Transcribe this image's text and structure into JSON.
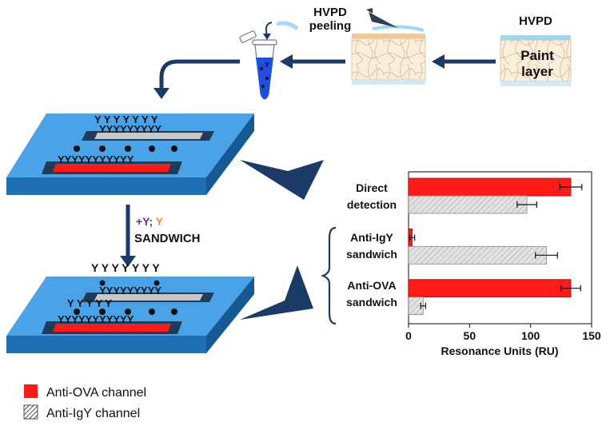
{
  "top_labels": {
    "hvpd_peeling_line1": "HVPD",
    "hvpd_peeling_line2": "peeling",
    "hvpd_right": "HVPD",
    "paint_layer_line1": "Paint",
    "paint_layer_line2": "layer"
  },
  "step": {
    "reagents_prefix": "+Y; ",
    "reagents_y": "Y",
    "sandwich": "SANDWICH"
  },
  "colors": {
    "anti_ova": "#ff1a1a",
    "anti_igy": "#dcdcdc",
    "chip_blue": "#2f8fd8",
    "arrow_navy": "#1b3a66",
    "yellow_ab": "#f5e600",
    "green_ab": "#1f8a2e",
    "purple_ab": "#6b2f8a",
    "orange_ab": "#f08a1c"
  },
  "legend": {
    "anti_ova": "Anti-OVA channel",
    "anti_igy": "Anti-IgY channel"
  },
  "chart_data": {
    "type": "bar",
    "orientation": "horizontal",
    "categories": [
      [
        "Direct",
        "detection"
      ],
      [
        "Anti-IgY",
        "sandwich"
      ],
      [
        "Anti-OVA",
        "sandwich"
      ]
    ],
    "series": [
      {
        "name": "Anti-OVA channel",
        "values": [
          133,
          3,
          133
        ],
        "errors": [
          9,
          2,
          8
        ]
      },
      {
        "name": "Anti-IgY channel",
        "values": [
          97,
          113,
          12
        ],
        "errors": [
          8,
          9,
          2
        ]
      }
    ],
    "xlabel": "Resonance Units (RU)",
    "xlim": [
      0,
      150
    ],
    "xticks": [
      0,
      50,
      100,
      150
    ],
    "xtick_labels": [
      "0",
      "50",
      "100",
      "150"
    ],
    "grid": false
  }
}
